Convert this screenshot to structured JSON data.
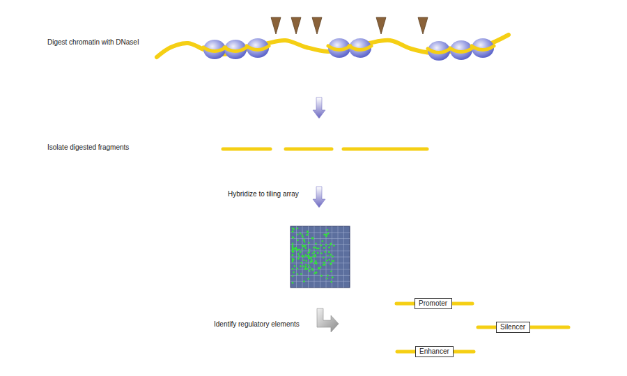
{
  "diagram": {
    "nodes": [
      {
        "text": [
          "Promoter"
        ]
      },
      {
        "text": [
          "Silencer"
        ]
      },
      {
        "text": [
          "Enhancer"
        ]
      }
    ],
    "labels": [
      "Digest chromatin with DNaseI",
      "Isolate digested fragments",
      "Hybridize to tiling array",
      "Identify regulatory elements"
    ]
  }
}
